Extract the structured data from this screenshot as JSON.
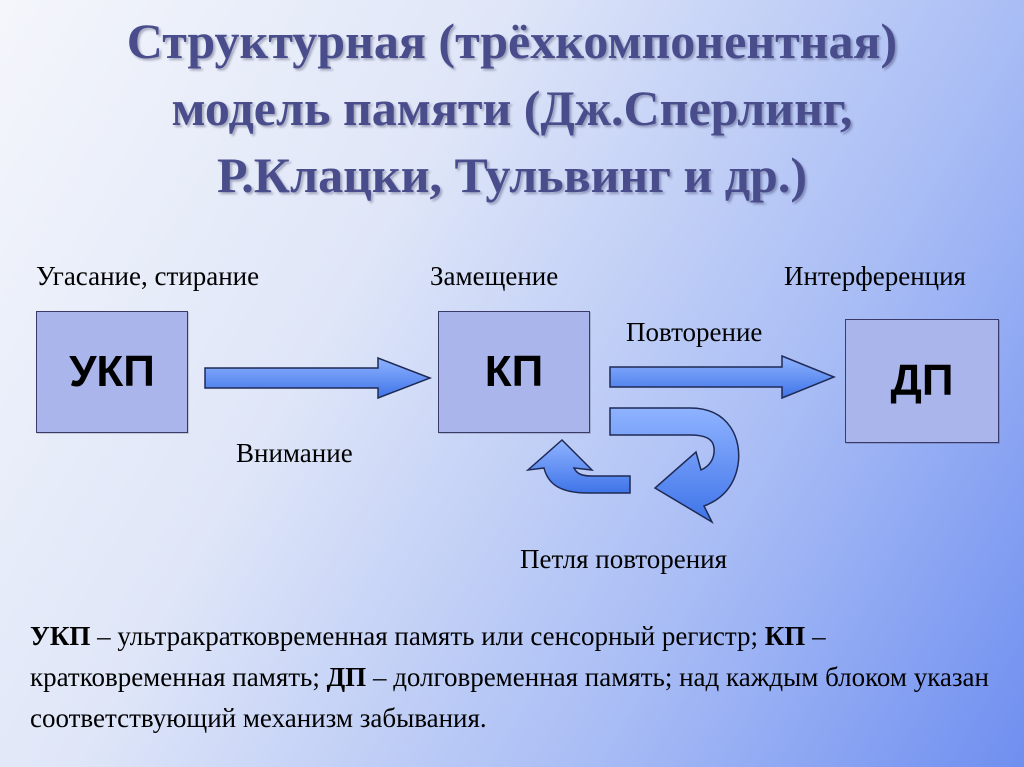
{
  "title": {
    "line1": "Структурная (трёхкомпонентная)",
    "line2": "модель памяти (Дж.Сперлинг,",
    "line3": "Р.Клацки, Тульвинг и др.)"
  },
  "labels": {
    "forget_ukp": "Угасание, стирание",
    "forget_kp": "Замещение",
    "forget_dp": "Интерференция",
    "attention": "Внимание",
    "repetition": "Повторение",
    "loop": "Петля повторения"
  },
  "blocks": {
    "ukp": "УКП",
    "kp": "КП",
    "dp": "ДП"
  },
  "legend": {
    "t1": "УКП",
    "t2": " – ультракратковременная память или сенсорный регистр; ",
    "t3": "КП",
    "t4": " – кратковременная память; ",
    "t5": "ДП",
    "t6": " – долговременная память; над каждым блоком указан соответствующий механизм забывания."
  },
  "colors": {
    "title": "#4a4d8c",
    "block_fill": "#aab5ec",
    "arrow_fill": "#5b8df0"
  }
}
